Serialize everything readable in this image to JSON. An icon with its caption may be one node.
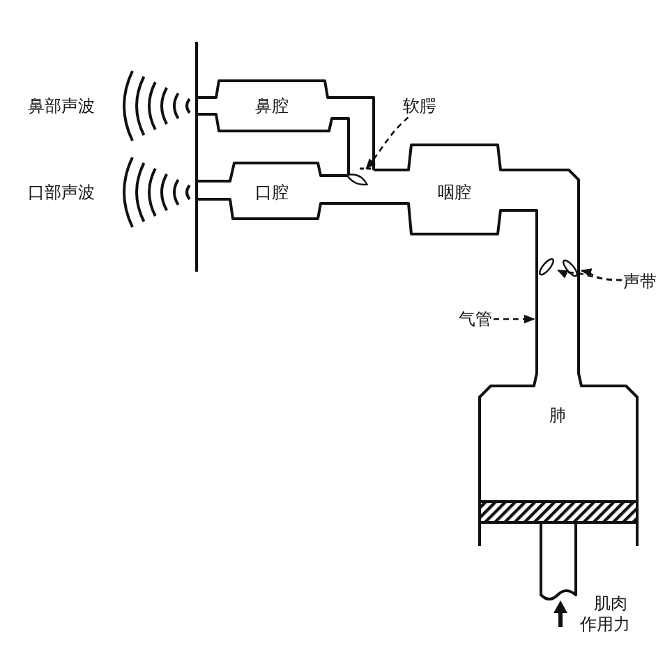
{
  "diagram": {
    "nodes": [
      {
        "text": [
          "鼻腔"
        ]
      },
      {
        "text": [
          "口腔"
        ]
      },
      {
        "text": [
          "咽腔"
        ]
      },
      {
        "text": [
          "肺"
        ]
      },
      {
        "text": [
          "软腭"
        ]
      },
      {
        "text": [],
        "shape": "flap"
      },
      {
        "text": [
          "声带"
        ]
      },
      {
        "text": [],
        "shape": "ellipse"
      },
      {
        "text": [],
        "shape": "ellipse"
      },
      {
        "text": [
          "气管"
        ]
      }
    ],
    "edges": [
      {
        "from": 4,
        "to": 5,
        "arrow": "to",
        "style": "dashed"
      },
      {
        "from": 6,
        "to": 8,
        "arrow": "to",
        "style": "dashed"
      },
      {
        "from": 6,
        "to": 7,
        "arrow": "to",
        "style": "dashed"
      },
      {
        "from": 9,
        "to": null,
        "arrow": "to",
        "style": "dashed"
      }
    ],
    "labels": [
      "鼻部声波",
      "口部声波",
      "肌肉",
      "作用力"
    ]
  }
}
